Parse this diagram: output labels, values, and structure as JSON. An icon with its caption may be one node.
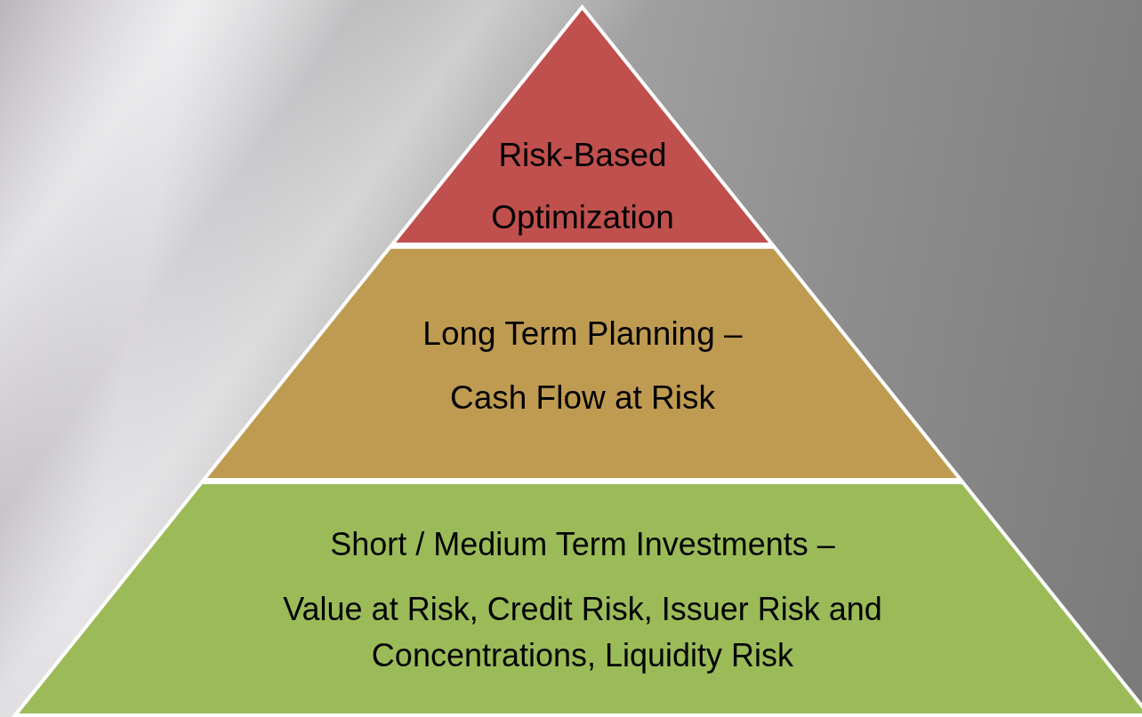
{
  "diagram": {
    "nodes": [
      {
        "text": [
          "Risk-Based Optimization"
        ]
      },
      {
        "text": [
          "Long Term Planning – Cash Flow at Risk"
        ]
      },
      {
        "text": [
          "Short / Medium Term Investments –",
          "Value at Risk, Credit Risk, Issuer Risk and Concentrations, Liquidity Risk"
        ]
      }
    ]
  }
}
